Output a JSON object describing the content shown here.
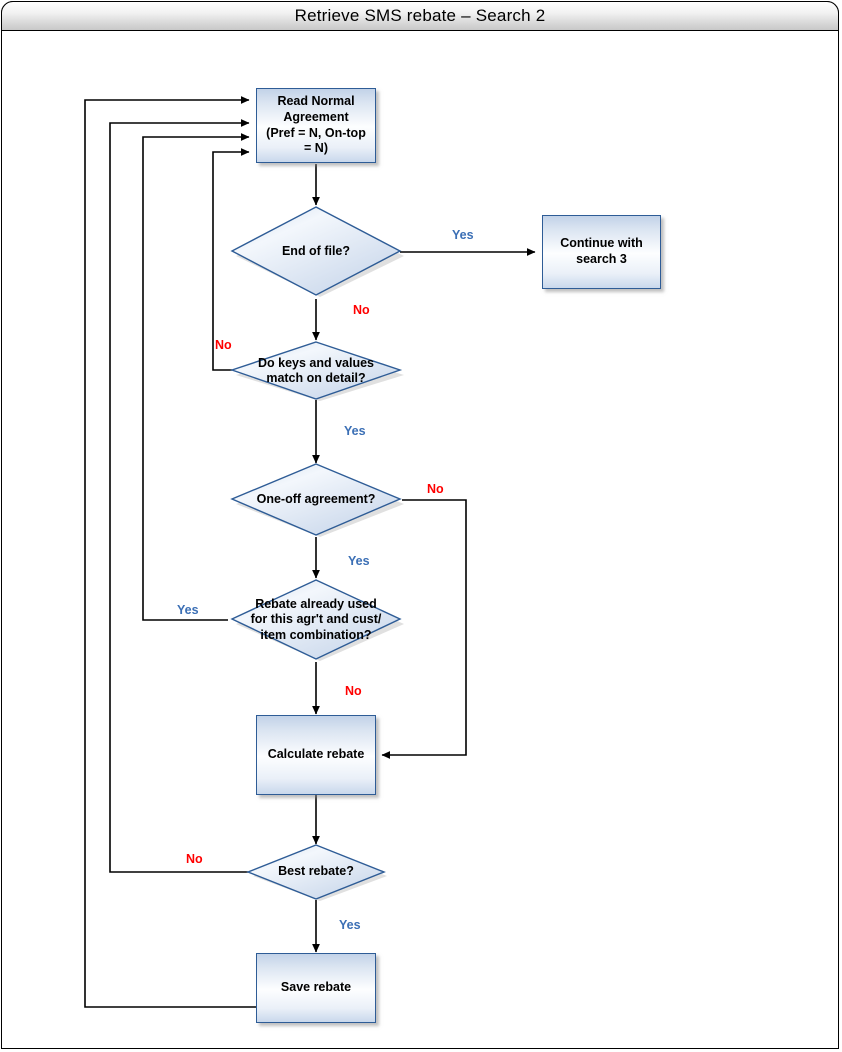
{
  "window": {
    "title": "Retrieve SMS rebate – Search 2"
  },
  "colors": {
    "yes_label": "#3b6fb5",
    "no_label": "#ff0000",
    "node_border": "#2e5c96",
    "node_fill_top": "#c2d2e8",
    "node_fill_mid": "#fdfeff",
    "edge_line": "#000000",
    "title_text": "#000000"
  },
  "flowchart": {
    "type": "flowchart",
    "nodes": [
      {
        "id": "read-normal-agreement",
        "shape": "process",
        "text": "Read Normal Agreement (Pref = N, On-top = N)"
      },
      {
        "id": "end-of-file",
        "shape": "decision",
        "text": "End of file?"
      },
      {
        "id": "continue-with-search-3",
        "shape": "process",
        "text": "Continue with search 3"
      },
      {
        "id": "keys-values-match",
        "shape": "decision",
        "text": "Do keys and values match on detail?"
      },
      {
        "id": "one-off-agreement",
        "shape": "decision",
        "text": "One-off agreement?"
      },
      {
        "id": "rebate-already-used",
        "shape": "decision",
        "text": "Rebate already used for this agr't and cust/ item combination?"
      },
      {
        "id": "calculate-rebate",
        "shape": "process",
        "text": "Calculate rebate"
      },
      {
        "id": "best-rebate",
        "shape": "decision",
        "text": "Best rebate?"
      },
      {
        "id": "save-rebate",
        "shape": "process",
        "text": "Save rebate"
      }
    ],
    "edges": [
      {
        "from": "read-normal-agreement",
        "to": "end-of-file",
        "label": ""
      },
      {
        "from": "end-of-file",
        "to": "continue-with-search-3",
        "label": "Yes"
      },
      {
        "from": "end-of-file",
        "to": "keys-values-match",
        "label": "No"
      },
      {
        "from": "keys-values-match",
        "to": "read-normal-agreement",
        "label": "No"
      },
      {
        "from": "keys-values-match",
        "to": "one-off-agreement",
        "label": "Yes"
      },
      {
        "from": "one-off-agreement",
        "to": "calculate-rebate",
        "label": "No"
      },
      {
        "from": "one-off-agreement",
        "to": "rebate-already-used",
        "label": "Yes"
      },
      {
        "from": "rebate-already-used",
        "to": "read-normal-agreement",
        "label": "Yes"
      },
      {
        "from": "rebate-already-used",
        "to": "calculate-rebate",
        "label": "No"
      },
      {
        "from": "calculate-rebate",
        "to": "best-rebate",
        "label": ""
      },
      {
        "from": "best-rebate",
        "to": "read-normal-agreement",
        "label": "No"
      },
      {
        "from": "best-rebate",
        "to": "save-rebate",
        "label": "Yes"
      },
      {
        "from": "save-rebate",
        "to": "read-normal-agreement",
        "label": ""
      }
    ]
  },
  "nodes": {
    "read_normal_agreement": {
      "line1": "Read Normal",
      "line2": "Agreement",
      "line3": "(Pref = N, On-top",
      "line4": "= N)"
    },
    "end_of_file": {
      "text": "End of file?"
    },
    "continue_with_search_3": {
      "line1": "Continue with",
      "line2": "search 3"
    },
    "keys_values_match": {
      "line1": "Do keys and values",
      "line2": "match on detail?"
    },
    "one_off_agreement": {
      "text": "One-off agreement?"
    },
    "rebate_already_used": {
      "line1": "Rebate already used",
      "line2": "for this agr't and cust/",
      "line3": "item combination?"
    },
    "calculate_rebate": {
      "text": "Calculate rebate"
    },
    "best_rebate": {
      "text": "Best rebate?"
    },
    "save_rebate": {
      "text": "Save rebate"
    }
  },
  "edge_labels": {
    "eof_yes": "Yes",
    "eof_no": "No",
    "keys_no": "No",
    "keys_yes": "Yes",
    "oneoff_no": "No",
    "oneoff_yes": "Yes",
    "used_yes": "Yes",
    "used_no": "No",
    "best_no": "No",
    "best_yes": "Yes"
  }
}
